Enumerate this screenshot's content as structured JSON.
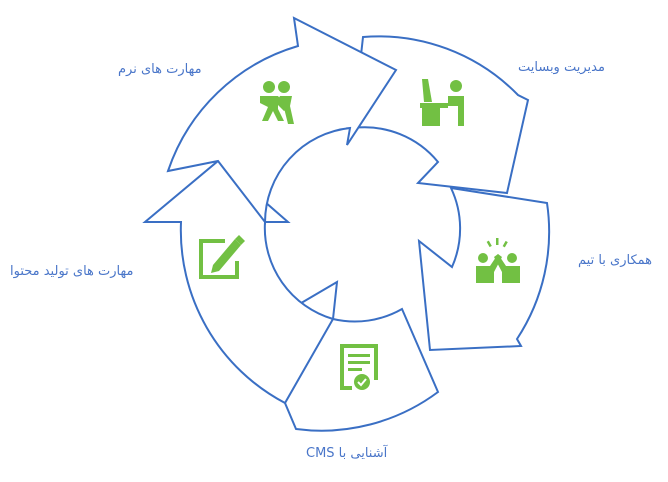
{
  "diagram": {
    "stroke_color": "#3a6fc4",
    "icon_color": "#72c043",
    "label_color": "#4a76c9",
    "stages": [
      {
        "label": "مدیریت وبسایت",
        "icon": "person-at-desk-icon"
      },
      {
        "label": "همکاری با تیم",
        "icon": "team-high-five-icon"
      },
      {
        "label": "آشنایی با CMS",
        "icon": "certificate-icon"
      },
      {
        "label": "مهارت های تولید محتوا",
        "icon": "edit-pencil-icon"
      },
      {
        "label": "مهارت های نرم",
        "icon": "people-hug-icon"
      }
    ]
  }
}
